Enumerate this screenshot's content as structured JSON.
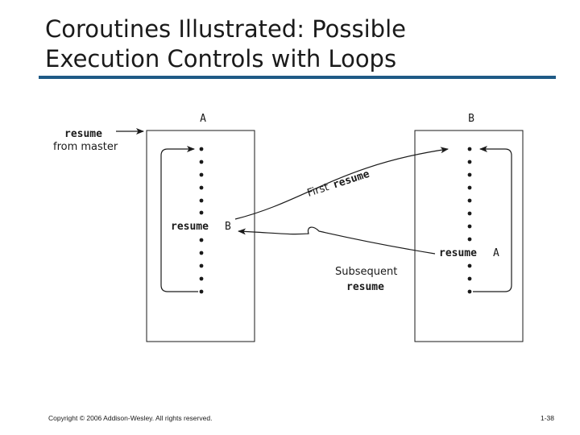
{
  "slide": {
    "title_line1": "Coroutines Illustrated: Possible",
    "title_line2": "Execution Controls with Loops",
    "accent_color": "#1f5a86"
  },
  "diagram": {
    "box_a_label": "A",
    "box_b_label": "B",
    "resume_word": "resume",
    "from_master": "from master",
    "resume_b_keyword": "resume",
    "resume_b_target": "B",
    "resume_a_keyword": "resume",
    "resume_a_target": "A",
    "first_word": "First",
    "first_resume_word": "resume",
    "subsequent_word": "Subsequent",
    "subsequent_resume_word": "resume"
  },
  "footer": {
    "copyright": "Copyright © 2006 Addison-Wesley. All rights reserved.",
    "page_number": "1-38"
  }
}
